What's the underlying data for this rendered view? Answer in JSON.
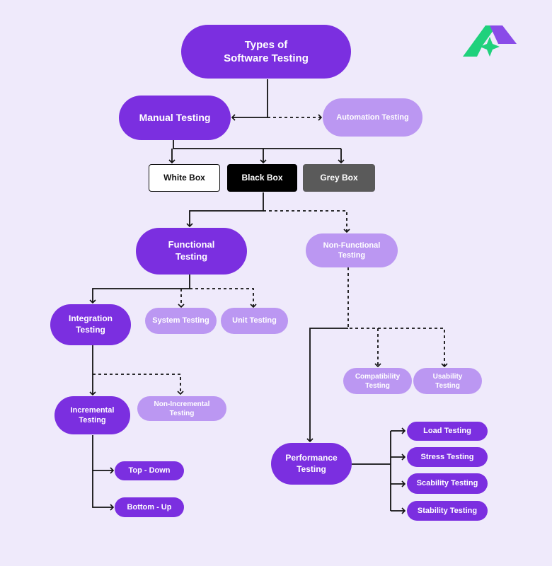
{
  "diagram": {
    "root": "Types of\nSoftware Testing",
    "manual": "Manual Testing",
    "automation": "Automation Testing",
    "boxes": {
      "white": "White Box",
      "black": "Black Box",
      "grey": "Grey Box"
    },
    "functional": "Functional\nTesting",
    "non_functional": "Non-Functional\nTesting",
    "integration": "Integration\nTesting",
    "system": "System Testing",
    "unit": "Unit Testing",
    "incremental": "Incremental\nTesting",
    "non_incremental": "Non-Incremental\nTesting",
    "top_down": "Top - Down",
    "bottom_up": "Bottom - Up",
    "compatibility": "Compatibility\nTesting",
    "usability": "Usability\nTesting",
    "performance": "Performance\nTesting",
    "load": "Load Testing",
    "stress": "Stress Testing",
    "scalability": "Scability Testing",
    "stability": "Stability Testing"
  },
  "colors": {
    "background": "#efeafb",
    "primary": "#7b2fe0",
    "secondary": "#bb97f2",
    "white_box": "#ffffff",
    "black_box": "#000000",
    "grey_box": "#5a5a5a",
    "logo_purple": "#8a4be8",
    "logo_green": "#1fd17c"
  },
  "logo": {
    "icon": "brand-logo-icon"
  }
}
